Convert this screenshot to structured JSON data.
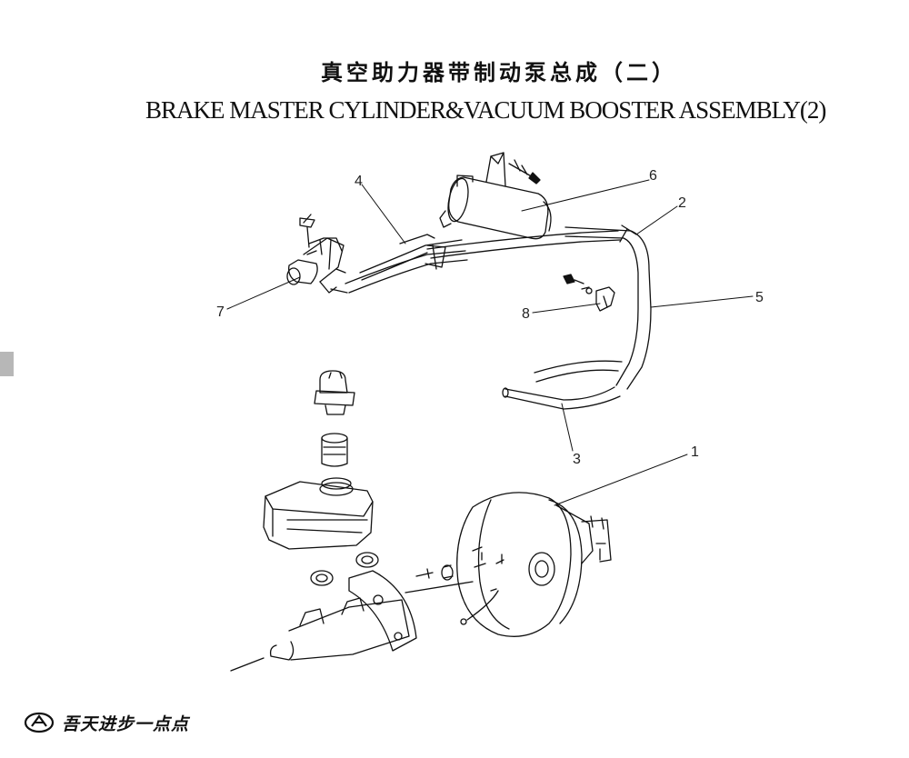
{
  "title_cn": "真空助力器带制动泵总成（二）",
  "title_en": "BRAKE MASTER CYLINDER&VACUUM BOOSTER ASSEMBLY(2)",
  "callouts": [
    "1",
    "2",
    "3",
    "4",
    "5",
    "6",
    "7",
    "8"
  ],
  "footer_logo_text": "吾天进步一点点",
  "colors": {
    "ink": "#111111",
    "tab": "#b7b7b7"
  }
}
